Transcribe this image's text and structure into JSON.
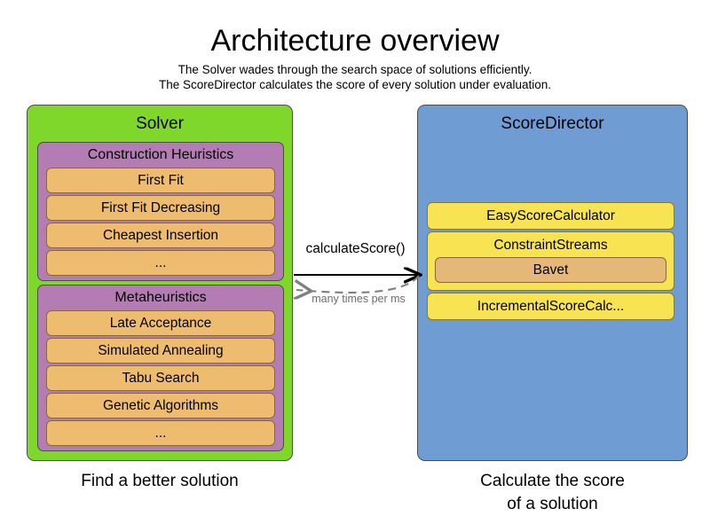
{
  "header": {
    "title": "Architecture overview",
    "subtitle_line1": "The Solver wades through the search space of solutions efficiently.",
    "subtitle_line2": "The ScoreDirector calculates the score of every solution under evaluation."
  },
  "solver": {
    "title": "Solver",
    "caption": "Find a better solution",
    "groups": [
      {
        "title": "Construction Heuristics",
        "items": [
          "First Fit",
          "First Fit Decreasing",
          "Cheapest Insertion",
          "..."
        ]
      },
      {
        "title": "Metaheuristics",
        "items": [
          "Late Acceptance",
          "Simulated Annealing",
          "Tabu Search",
          "Genetic Algorithms",
          "..."
        ]
      }
    ]
  },
  "score_director": {
    "title": "ScoreDirector",
    "caption_line1": "Calculate the score",
    "caption_line2": "of a solution",
    "calculators": [
      {
        "label": "EasyScoreCalculator",
        "child": null
      },
      {
        "label": "ConstraintStreams",
        "child": "Bavet"
      },
      {
        "label": "IncrementalScoreCalc...",
        "child": null
      }
    ]
  },
  "arrows": {
    "forward_label": "calculateScore()",
    "back_label": "many times per ms"
  },
  "colors": {
    "solver_panel": "#80d72b",
    "score_director_panel": "#6f9dd3",
    "group_purple": "#b37db3",
    "leaf_orange": "#eebc6f",
    "calculator_yellow": "#f8e352",
    "nested_orange": "#e6b878",
    "arrow_solid": "#000000",
    "arrow_dashed": "#808080"
  }
}
